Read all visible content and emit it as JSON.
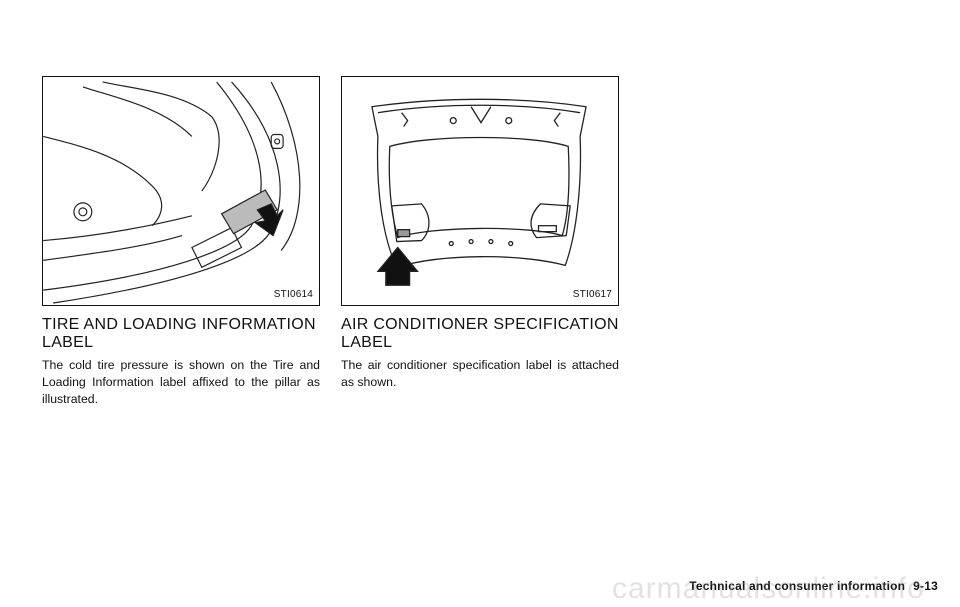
{
  "left": {
    "figure_code": "STI0614",
    "heading_line1": "TIRE AND LOADING INFORMATION",
    "heading_line2": "LABEL",
    "body": "The cold tire pressure is shown on the Tire and Loading Information label affixed to the pillar as illustrated."
  },
  "right": {
    "figure_code": "STI0617",
    "heading_line1": "AIR CONDITIONER SPECIFICATION",
    "heading_line2": "LABEL",
    "body": "The air conditioner specification label is attached as shown."
  },
  "footer": {
    "section": "Technical and consumer information",
    "page": "9-13"
  },
  "watermark": "carmanualsonline.info"
}
